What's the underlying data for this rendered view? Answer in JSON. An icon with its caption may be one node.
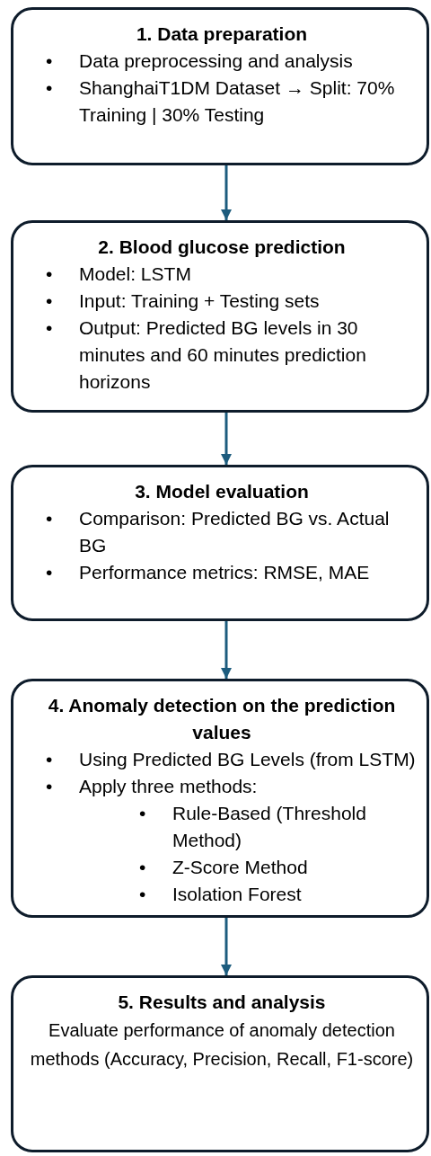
{
  "diagram": {
    "nodes": [
      {
        "text": [
          "1.  Data preparation",
          "Data preprocessing and analysis",
          "ShanghaiT1DM Dataset → Split: 70% Training | 30% Testing"
        ]
      },
      {
        "text": [
          "2. Blood glucose prediction",
          "Model: LSTM",
          "Input: Training + Testing sets",
          "Output: Predicted BG levels in 30 minutes and 60 minutes prediction horizons"
        ]
      },
      {
        "text": [
          "3. Model evaluation",
          "Comparison: Predicted BG vs. Actual BG",
          "Performance metrics: RMSE, MAE"
        ]
      },
      {
        "text": [
          "4. Anomaly detection on the prediction values",
          "Using Predicted BG Levels (from LSTM)",
          "Apply three methods:",
          "Rule-Based (Threshold Method)",
          "Z-Score Method",
          "Isolation Forest"
        ]
      },
      {
        "text": [
          "5. Results and analysis",
          "Evaluate performance of anomaly detection methods (Accuracy, Precision, Recall, F1-score)"
        ]
      }
    ],
    "edges": [
      {
        "from": 0,
        "to": 1,
        "arrow": "to"
      },
      {
        "from": 1,
        "to": 2,
        "arrow": "to"
      },
      {
        "from": 2,
        "to": 3,
        "arrow": "to"
      },
      {
        "from": 3,
        "to": 4,
        "arrow": "to"
      }
    ],
    "labels": [
      "•",
      "•",
      "•",
      "•",
      "•",
      "•",
      "•",
      "•",
      "•",
      "•",
      "•",
      "•"
    ]
  }
}
